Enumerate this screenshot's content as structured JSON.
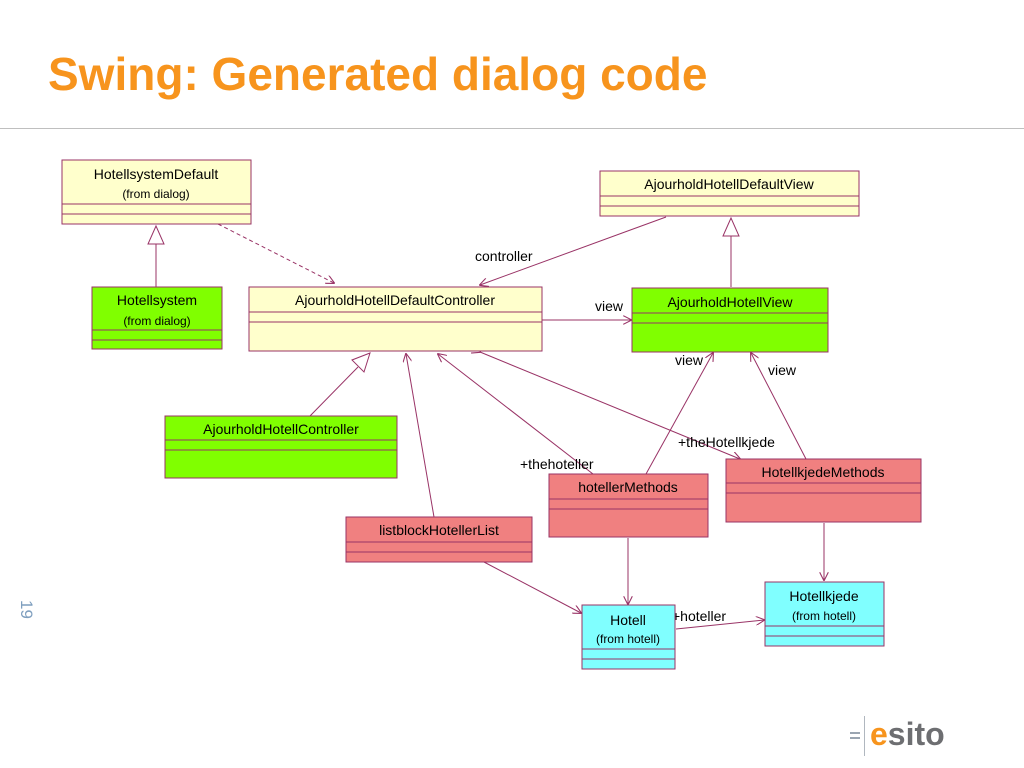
{
  "slide": {
    "title": "Swing: Generated dialog code",
    "page_number": "19"
  },
  "logo": {
    "letter": "e",
    "rest": "sito"
  },
  "colors": {
    "title": "#f7941d",
    "class_default": "#ffffcc",
    "class_green": "#80ff00",
    "class_red": "#f08080",
    "class_cyan": "#80ffff",
    "line": "#993366"
  },
  "classes": {
    "hotellsystem_default": {
      "name": "HotellsystemDefault",
      "stereo": "(from dialog)"
    },
    "ajourhold_default_view": {
      "name": "AjourholdHotellDefaultView"
    },
    "hotellsystem": {
      "name": "Hotellsystem",
      "stereo": "(from dialog)"
    },
    "default_controller": {
      "name": "AjourholdHotellDefaultController"
    },
    "ajourhold_view": {
      "name": "AjourholdHotellView"
    },
    "ajourhold_controller": {
      "name": "AjourholdHotellController"
    },
    "hoteller_methods": {
      "name": "hotellerMethods"
    },
    "hotellkjede_methods": {
      "name": "HotellkjedeMethods"
    },
    "listblock": {
      "name": "listblockHotellerList"
    },
    "hotell": {
      "name": "Hotell",
      "stereo": "(from hotell)"
    },
    "hotellkjede": {
      "name": "Hotellkjede",
      "stereo": "(from hotell)"
    }
  },
  "labels": {
    "controller": "controller",
    "view1": "view",
    "view2": "view",
    "view3": "view",
    "the_hotellkjede": "+theHotellkjede",
    "the_hoteller": "+thehoteller",
    "hoteller": "+hoteller"
  }
}
